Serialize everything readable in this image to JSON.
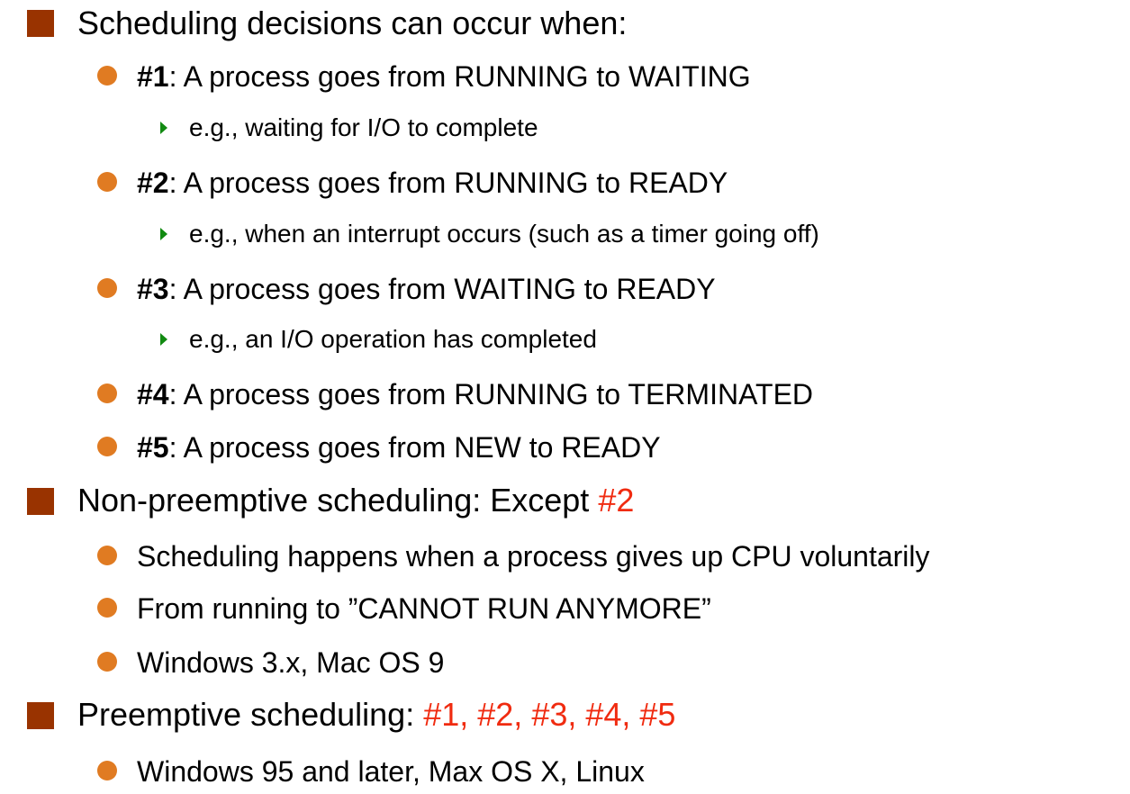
{
  "slide": {
    "items": [
      {
        "text": "Scheduling decisions can occur when:",
        "children": [
          {
            "num": "#1",
            "text": ": A process goes from RUNNING to WAITING",
            "sub": "e.g., waiting for I/O to complete"
          },
          {
            "num": "#2",
            "text": ": A process goes from RUNNING to READY",
            "sub": "e.g., when an interrupt occurs (such as a timer going off)"
          },
          {
            "num": "#3",
            "text": ": A process goes from WAITING to READY",
            "sub": "e.g., an I/O operation has completed"
          },
          {
            "num": "#4",
            "text": ": A process goes from RUNNING to TERMINATED"
          },
          {
            "num": "#5",
            "text": ": A process goes from NEW to READY"
          }
        ]
      },
      {
        "text": "Non-preemptive scheduling: Except ",
        "highlight": "#2",
        "children": [
          {
            "text": "Scheduling happens when a process gives up CPU voluntarily"
          },
          {
            "text": "From running to ”CANNOT RUN ANYMORE”"
          },
          {
            "text": "Windows 3.x, Mac OS 9"
          }
        ]
      },
      {
        "text": "Preemptive scheduling: ",
        "highlight": "#1, #2, #3, #4, #5",
        "children": [
          {
            "text": "Windows 95 and later, Max OS X, Linux"
          }
        ]
      }
    ]
  },
  "colors": {
    "level1_bullet": "#993300",
    "level2_bullet": "#e07b22",
    "level3_bullet": "#118a11",
    "highlight": "#f02b10",
    "text": "#000000"
  },
  "icons": {
    "level1": "square-bullet-icon",
    "level2": "circle-bullet-icon",
    "level3": "triangle-bullet-icon"
  }
}
